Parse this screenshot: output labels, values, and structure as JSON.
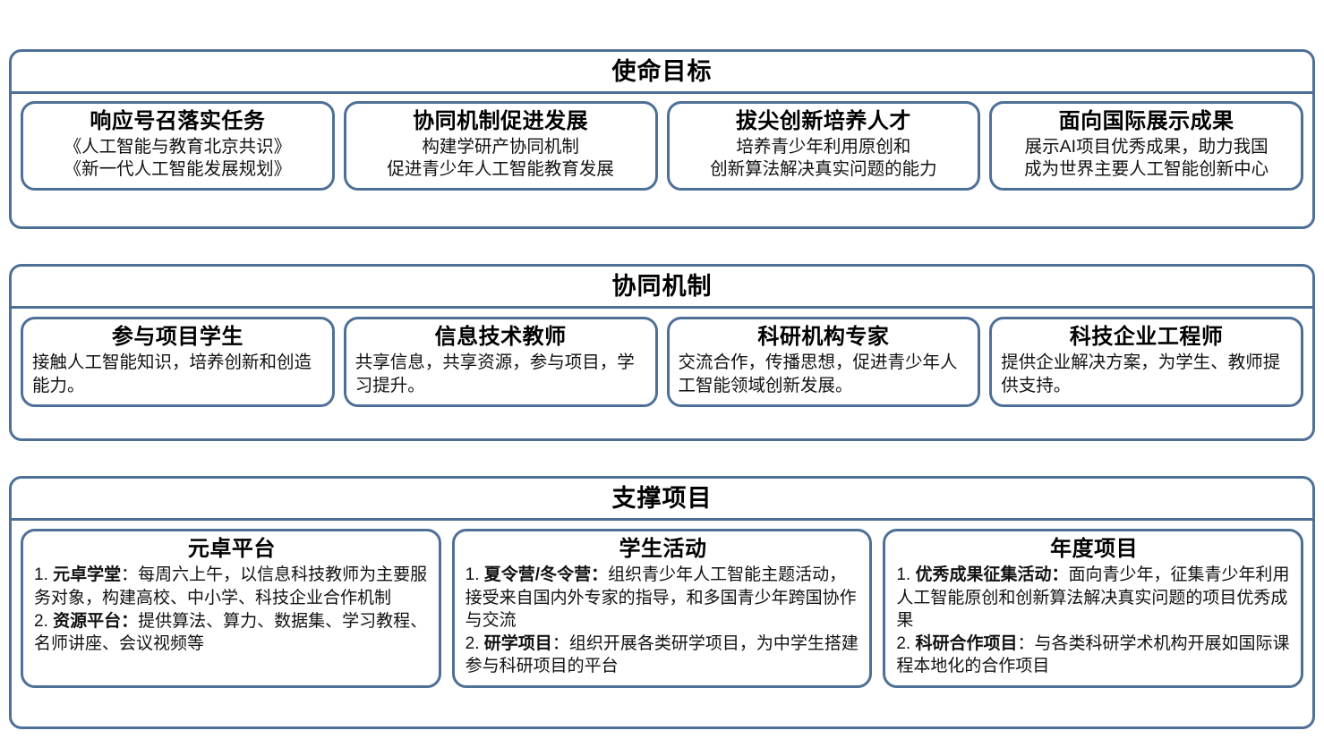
{
  "sections": [
    {
      "id": "mission",
      "title": "使命目标",
      "align": "center",
      "cards": [
        {
          "title": "响应号召落实任务",
          "lines": [
            [
              {
                "t": "《人工智能与教育北京共识》",
                "b": false
              }
            ],
            [
              {
                "t": "《新一代人工智能发展规划》",
                "b": false
              }
            ]
          ]
        },
        {
          "title": "协同机制促进发展",
          "lines": [
            [
              {
                "t": "构建学研产协同机制",
                "b": false
              }
            ],
            [
              {
                "t": "促进青少年人工智能教育发展",
                "b": false
              }
            ]
          ]
        },
        {
          "title": "拔尖创新培养人才",
          "lines": [
            [
              {
                "t": "培养青少年利用原创和",
                "b": false
              }
            ],
            [
              {
                "t": "创新算法解决真实问题的能力",
                "b": false
              }
            ]
          ]
        },
        {
          "title": "面向国际展示成果",
          "lines": [
            [
              {
                "t": "展示AI项目优秀成果，助力我国",
                "b": false
              }
            ],
            [
              {
                "t": "成为世界主要人工智能创新中心",
                "b": false
              }
            ]
          ]
        }
      ]
    },
    {
      "id": "mechanism",
      "title": "协同机制",
      "align": "left",
      "cards": [
        {
          "title": "参与项目学生",
          "lines": [
            [
              {
                "t": "接触人工智能知识，培养创新和创造能力。",
                "b": false
              }
            ]
          ]
        },
        {
          "title": "信息技术教师",
          "lines": [
            [
              {
                "t": "共享信息，共享资源，参与项目，学习提升。",
                "b": false
              }
            ]
          ]
        },
        {
          "title": "科研机构专家",
          "lines": [
            [
              {
                "t": "交流合作，传播思想，促进青少年人工智能领域创新发展。",
                "b": false
              }
            ]
          ]
        },
        {
          "title": "科技企业工程师",
          "lines": [
            [
              {
                "t": "提供企业解决方案，为学生、教师提供支持。",
                "b": false
              }
            ]
          ]
        }
      ]
    },
    {
      "id": "projects",
      "title": "支撑项目",
      "align": "left",
      "cards": [
        {
          "title": "元卓平台",
          "lines": [
            [
              {
                "t": "1. ",
                "b": false
              },
              {
                "t": "元卓学堂",
                "b": true
              },
              {
                "t": "：每周六上午，以信息科技教师为主要服务对象，构建高校、中小学、科技企业合作机制",
                "b": false
              }
            ],
            [
              {
                "t": "2. ",
                "b": false
              },
              {
                "t": "资源平台：",
                "b": true
              },
              {
                "t": "提供算法、算力、数据集、学习教程、名师讲座、会议视频等",
                "b": false
              }
            ]
          ]
        },
        {
          "title": "学生活动",
          "lines": [
            [
              {
                "t": "1. ",
                "b": false
              },
              {
                "t": "夏令营/冬令营：",
                "b": true
              },
              {
                "t": "组织青少年人工智能主题活动，接受来自国内外专家的指导，和多国青少年跨国协作与交流",
                "b": false
              }
            ],
            [
              {
                "t": "2. ",
                "b": false
              },
              {
                "t": "研学项目",
                "b": true
              },
              {
                "t": "：组织开展各类研学项目，为中学生搭建参与科研项目的平台",
                "b": false
              }
            ]
          ]
        },
        {
          "title": "年度项目",
          "lines": [
            [
              {
                "t": "1. ",
                "b": false
              },
              {
                "t": "优秀成果征集活动：",
                "b": true
              },
              {
                "t": "面向青少年，征集青少年利用人工智能原创和创新算法解决真实问题的项目优秀成果",
                "b": false
              }
            ],
            [
              {
                "t": "2. ",
                "b": false
              },
              {
                "t": "科研合作项目",
                "b": true
              },
              {
                "t": "：与各类科研学术机构开展如国际课程本地化的合作项目",
                "b": false
              }
            ]
          ]
        }
      ]
    }
  ],
  "colors": {
    "border": "#4E7097",
    "background": "#FFFFFF",
    "text": "#000000"
  }
}
